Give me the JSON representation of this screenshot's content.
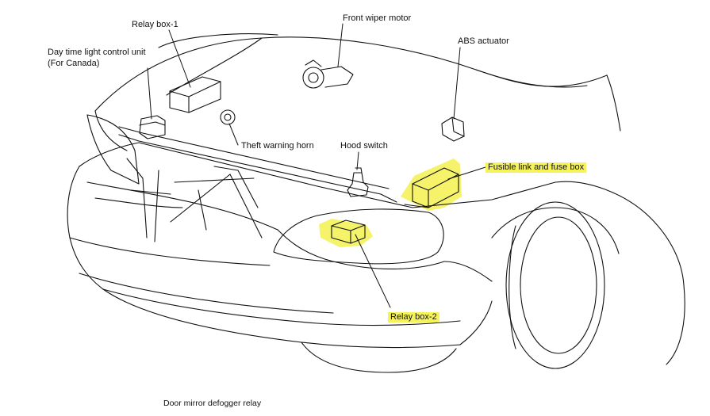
{
  "colors": {
    "highlight": "#f5f25a",
    "line": "#111111"
  },
  "labels": {
    "relay_box_1": "Relay box-1",
    "front_wiper_motor": "Front wiper motor",
    "day_time_light_line1": "Day time light control unit",
    "day_time_light_line2": "(For Canada)",
    "abs_actuator": "ABS actuator",
    "theft_warning_horn": "Theft warning horn",
    "hood_switch": "Hood switch",
    "fusible_link": "Fusible link and fuse box",
    "relay_box_2": "Relay box-2"
  },
  "caption": "Door mirror defogger relay"
}
